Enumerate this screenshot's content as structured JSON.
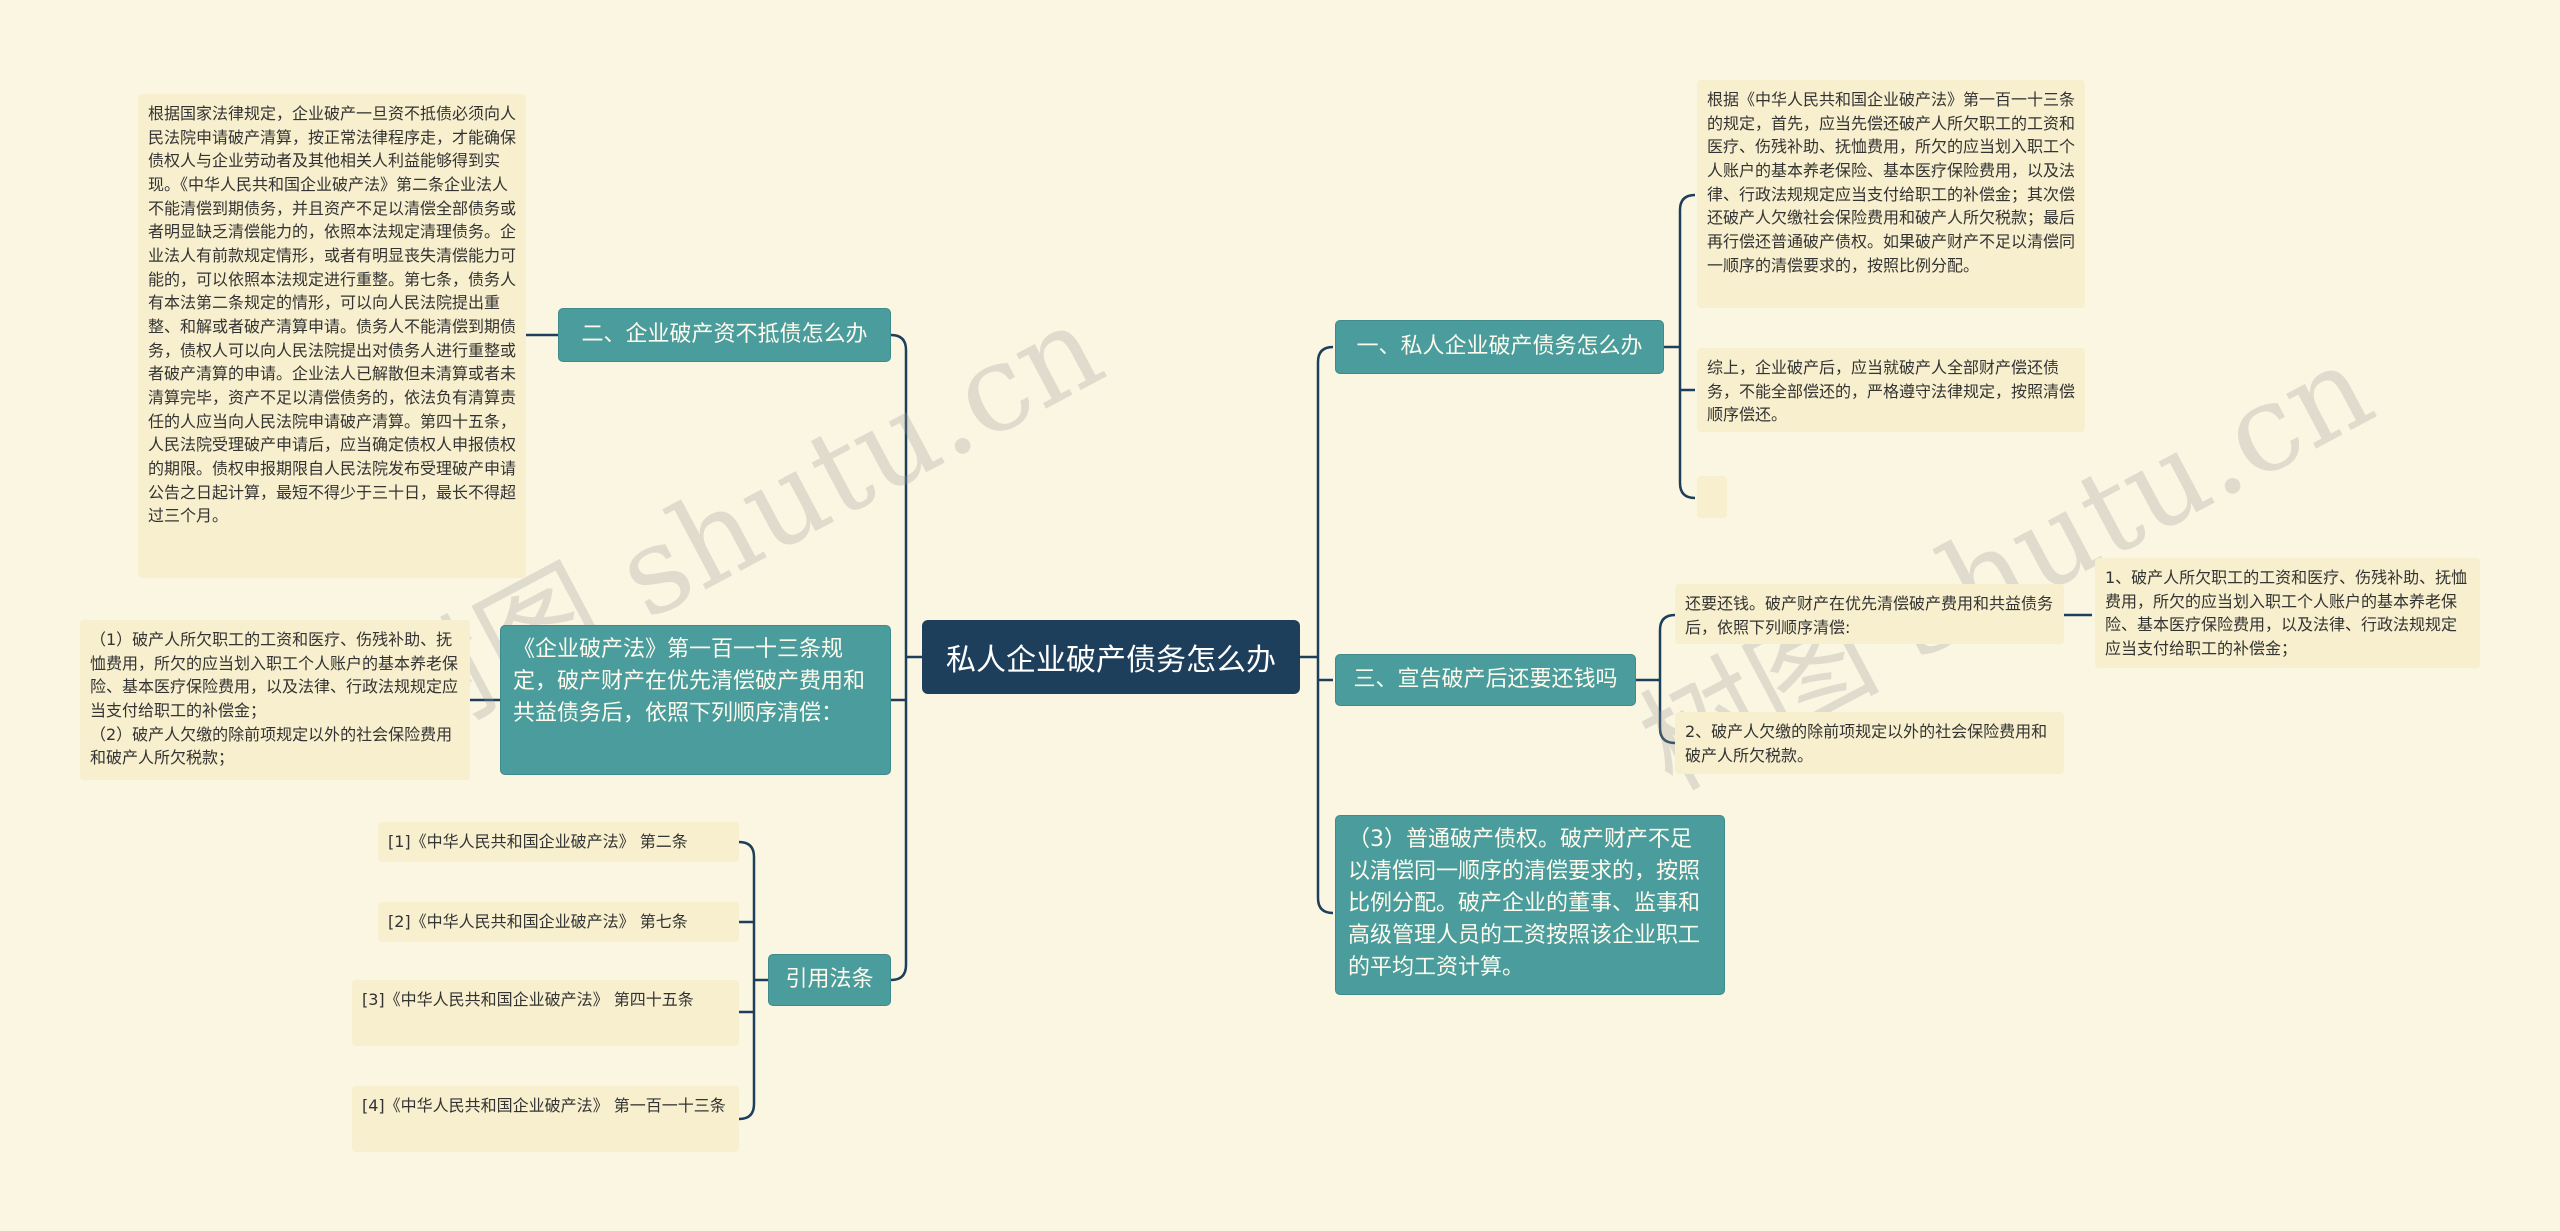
{
  "root": {
    "label": "私人企业破产债务怎么办"
  },
  "right_branches": {
    "b1": {
      "label": "一、私人企业破产债务怎么办",
      "leaves": [
        "根据《中华人民共和国企业破产法》第一百一十三条的规定，首先，应当先偿还破产人所欠职工的工资和医疗、伤残补助、抚恤费用，所欠的应当划入职工个人账户的基本养老保险、基本医疗保险费用，以及法律、行政法规规定应当支付给职工的补偿金；其次偿还破产人欠缴社会保险费用和破产人所欠税款；最后再行偿还普通破产债权。如果破产财产不足以清偿同一顺序的清偿要求的，按照比例分配。",
        "综上，企业破产后，应当就破产人全部财产偿还债务，不能全部偿还的，严格遵守法律规定，按照清偿顺序偿还。",
        ""
      ]
    },
    "b3": {
      "label": "三、宣告破产后还要还钱吗",
      "leaf_a": "还要还钱。破产财产在优先清偿破产费用和共益债务后，依照下列顺序清偿:",
      "leaf_a_child": "1、破产人所欠职工的工资和医疗、伤残补助、抚恤费用，所欠的应当划入职工个人账户的基本养老保险、基本医疗保险费用，以及法律、行政法规规定应当支付给职工的补偿金；",
      "leaf_b": "2、破产人欠缴的除前项规定以外的社会保险费用和破产人所欠税款。"
    },
    "b4": {
      "label": "（3）普通破产债权。破产财产不足以清偿同一顺序的清偿要求的，按照比例分配。破产企业的董事、监事和高级管理人员的工资按照该企业职工的平均工资计算。"
    }
  },
  "left_branches": {
    "b2": {
      "label": "二、企业破产资不抵债怎么办",
      "leaf": "根据国家法律规定，企业破产一旦资不抵债必须向人民法院申请破产清算，按正常法律程序走，才能确保债权人与企业劳动者及其他相关人利益能够得到实现。《中华人民共和国企业破产法》第二条企业法人不能清偿到期债务，并且资产不足以清偿全部债务或者明显缺乏清偿能力的，依照本法规定清理债务。企业法人有前款规定情形，或者有明显丧失清偿能力可能的，可以依照本法规定进行重整。第七条，债务人有本法第二条规定的情形，可以向人民法院提出重整、和解或者破产清算申请。债务人不能清偿到期债务，债权人可以向人民法院提出对债务人进行重整或者破产清算的申请。企业法人已解散但未清算或者未清算完毕，资产不足以清偿债务的，依法负有清算责任的人应当向人民法院申请破产清算。第四十五条，人民法院受理破产申请后，应当确定债权人申报债权的期限。债权申报期限自人民法院发布受理破产申请公告之日起计算，最短不得少于三十日，最长不得超过三个月。"
    },
    "b5": {
      "label": "《企业破产法》第一百一十三条规定，破产财产在优先清偿破产费用和共益债务后，依照下列顺序清偿：",
      "leaf": "（1）破产人所欠职工的工资和医疗、伤残补助、抚恤费用，所欠的应当划入职工个人账户的基本养老保险、基本医疗保险费用，以及法律、行政法规规定应当支付给职工的补偿金；\n（2）破产人欠缴的除前项规定以外的社会保险费用和破产人所欠税款；"
    },
    "b6": {
      "label": "引用法条",
      "leaves": [
        "[1]《中华人民共和国企业破产法》 第二条",
        "[2]《中华人民共和国企业破产法》 第七条",
        "[3]《中华人民共和国企业破产法》 第四十五条",
        "[4]《中华人民共和国企业破产法》 第一百一十三条"
      ]
    }
  },
  "watermarks": [
    "树图 shutu.cn",
    "树图 shutu.cn"
  ],
  "colors": {
    "background": "#fbf6e2",
    "root": "#1d3f5b",
    "branch": "#4b9c9c",
    "leaf": "#f7efcd",
    "line": "#1d3f5b"
  }
}
